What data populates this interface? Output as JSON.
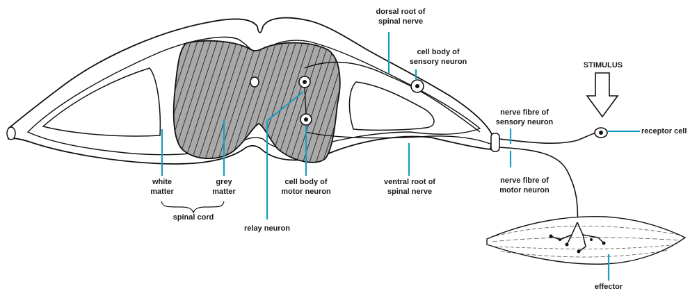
{
  "labels": {
    "dorsal_root": [
      "dorsal root of",
      "spinal nerve"
    ],
    "cell_body_sensory": [
      "cell body of",
      "sensory neuron"
    ],
    "stimulus": "STIMULUS",
    "nerve_fibre_sensory": [
      "nerve fibre of",
      "sensory neuron"
    ],
    "receptor_cell": "receptor cell",
    "white_matter": [
      "white",
      "matter"
    ],
    "grey_matter": [
      "grey",
      "matter"
    ],
    "spinal_cord": "spinal cord",
    "cell_body_motor": [
      "cell body of",
      "motor neuron"
    ],
    "ventral_root": [
      "ventral root of",
      "spinal nerve"
    ],
    "nerve_fibre_motor": [
      "nerve fibre of",
      "motor neuron"
    ],
    "relay_neuron": "relay neuron",
    "effector": "effector"
  },
  "colors": {
    "pointer": "#1a9bc2",
    "outline": "#111111",
    "grey_matter_fill": "#a9a9a9",
    "text": "#1a1a1a"
  }
}
